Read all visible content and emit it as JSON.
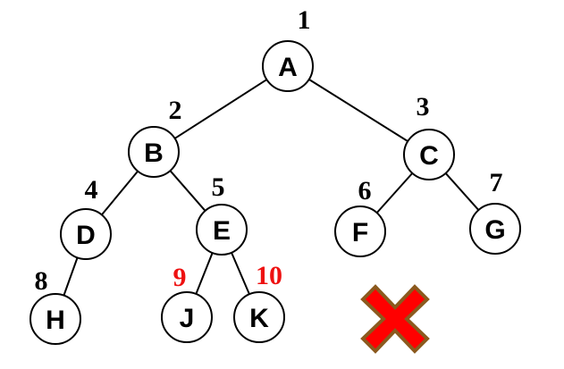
{
  "colors": {
    "default_index": "#000000",
    "highlight_index": "#ee1111",
    "cross_fill": "#ff0000",
    "cross_outline": "#8b5a1e"
  },
  "nodes": [
    {
      "id": "A",
      "letter": "A",
      "index": "1",
      "highlight": false
    },
    {
      "id": "B",
      "letter": "B",
      "index": "2",
      "highlight": false
    },
    {
      "id": "C",
      "letter": "C",
      "index": "3",
      "highlight": false
    },
    {
      "id": "D",
      "letter": "D",
      "index": "4",
      "highlight": false
    },
    {
      "id": "E",
      "letter": "E",
      "index": "5",
      "highlight": false
    },
    {
      "id": "F",
      "letter": "F",
      "index": "6",
      "highlight": false
    },
    {
      "id": "G",
      "letter": "G",
      "index": "7",
      "highlight": false
    },
    {
      "id": "H",
      "letter": "H",
      "index": "8",
      "highlight": false
    },
    {
      "id": "J",
      "letter": "J",
      "index": "9",
      "highlight": true
    },
    {
      "id": "K",
      "letter": "K",
      "index": "10",
      "highlight": true
    }
  ],
  "edges": [
    [
      "A",
      "B"
    ],
    [
      "A",
      "C"
    ],
    [
      "B",
      "D"
    ],
    [
      "B",
      "E"
    ],
    [
      "C",
      "F"
    ],
    [
      "C",
      "G"
    ],
    [
      "D",
      "H"
    ],
    [
      "E",
      "J"
    ],
    [
      "E",
      "K"
    ]
  ],
  "cross_icon": "x-mark-icon"
}
